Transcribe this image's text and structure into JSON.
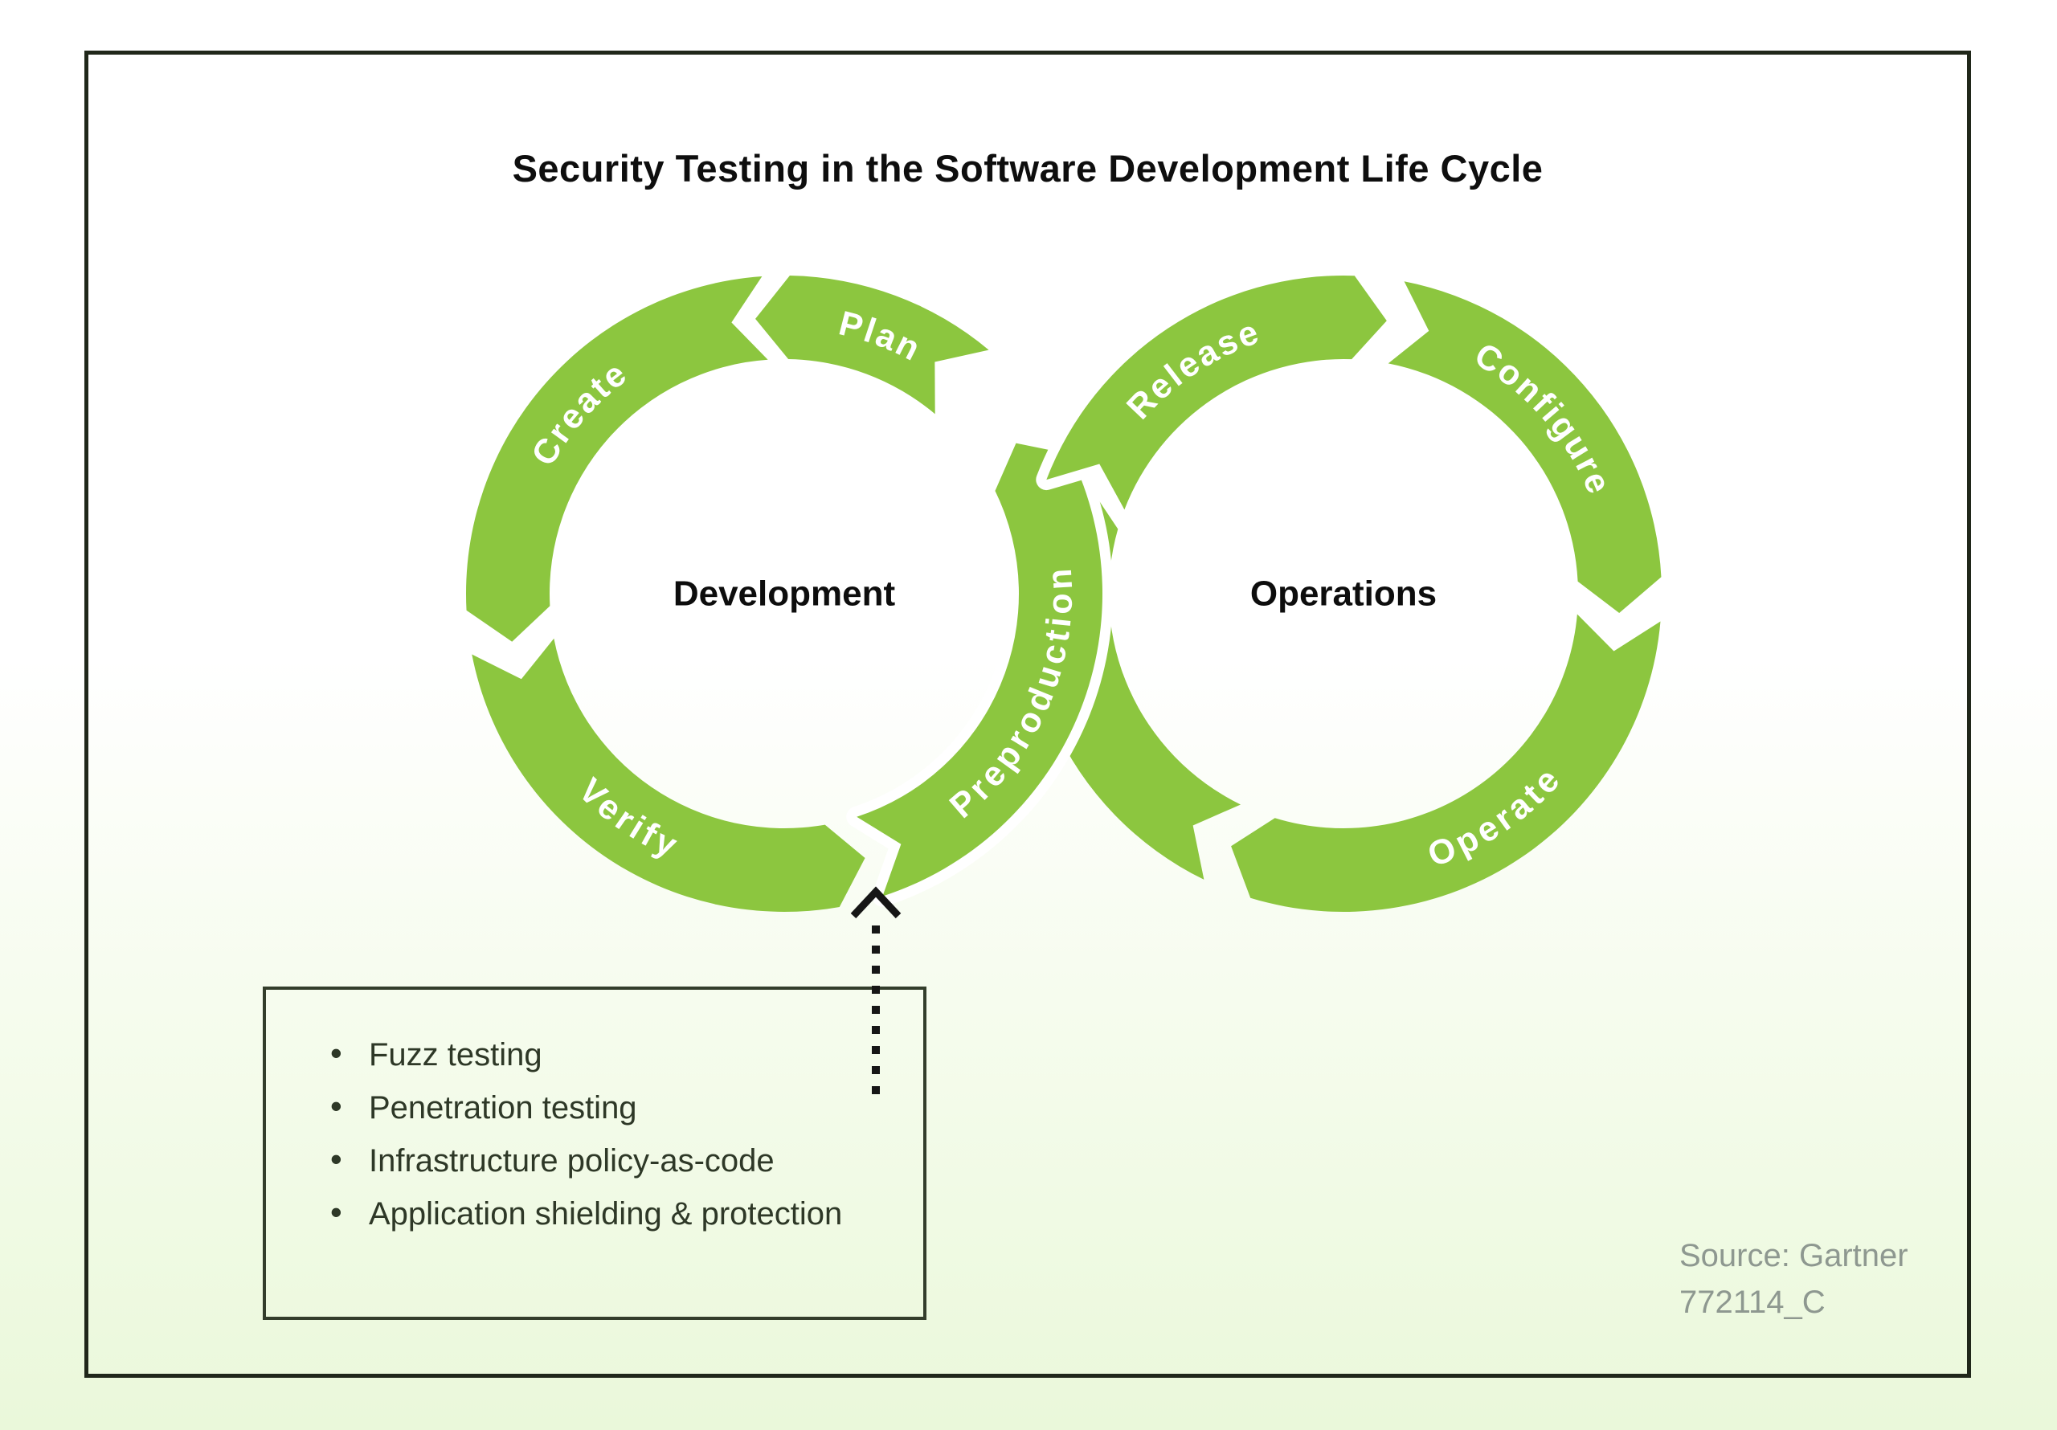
{
  "page": {
    "title": "Security Testing in the Software Development Life Cycle",
    "accent_green": "#8cc63f",
    "frame_color": "#20271a",
    "background_top": "#ffffff",
    "background_bottom": "#eaf8da",
    "source": {
      "line1": "Source: Gartner",
      "line2": "772114_C",
      "color": "#8e9890"
    }
  },
  "diagram": {
    "left_circle": {
      "label": "Development",
      "flow": "ccw",
      "segments": [
        {
          "label": "Create",
          "a": 177,
          "b": 266
        },
        {
          "label": "Plan",
          "a": 271,
          "b": 310
        },
        {
          "label": "Verify",
          "a": 80,
          "b": 169
        },
        {
          "label": "Preproduction",
          "a": -26,
          "b": 72,
          "overpass": true
        }
      ]
    },
    "right_circle": {
      "label": "Operations",
      "flow": "cw",
      "segments": [
        {
          "label": "Release",
          "a": 201,
          "b": 272,
          "overpass": true
        },
        {
          "label": "Configure",
          "a": 281,
          "b": 357
        },
        {
          "label": "Operate",
          "a": 5,
          "b": 107
        },
        {
          "label": "",
          "a": 116,
          "b": 196
        }
      ]
    }
  },
  "callout": {
    "items": [
      "Fuzz testing",
      "Penetration testing",
      "Infrastructure policy-as-code",
      "Application shielding & protection"
    ],
    "arrow_target": "Preproduction"
  }
}
